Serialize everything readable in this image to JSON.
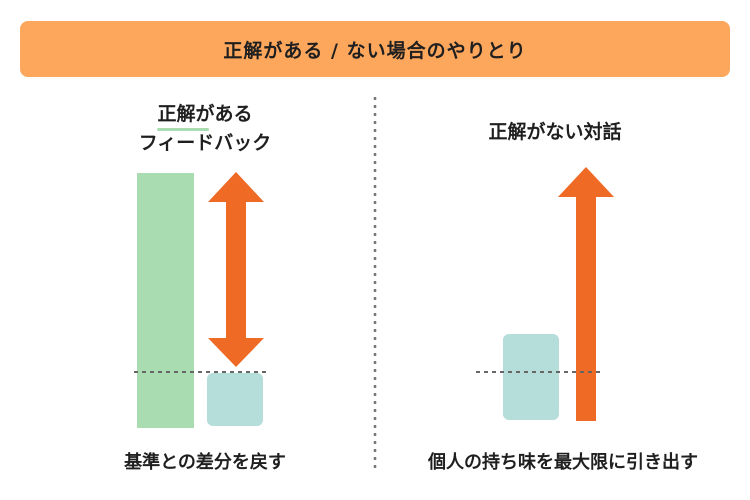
{
  "banner": {
    "title": "正解がある / ない場合のやりとり"
  },
  "left_panel": {
    "title_line1": "正解がある",
    "title_line2": "フィードバック",
    "caption": "基準との差分を戻す"
  },
  "right_panel": {
    "title": "正解がない対話",
    "caption": "個人の持ち味を最大限に引き出す"
  },
  "colors": {
    "banner": "#fda75d",
    "bar_green": "#a9dcb1",
    "box_teal": "#b5ddd9",
    "arrow_orange": "#ee6a25",
    "divider": "#777777",
    "dashed_line": "#666666",
    "underline_green": "#a9dcb1"
  }
}
